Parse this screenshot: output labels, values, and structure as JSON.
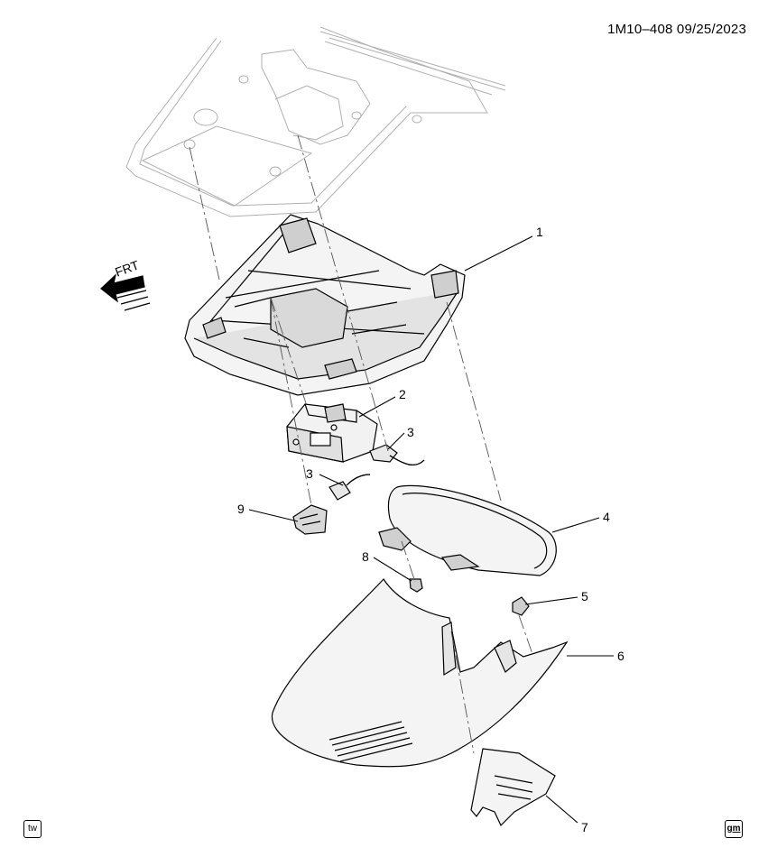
{
  "header": {
    "code_date": "1M10–408  09/25/2023"
  },
  "direction_indicator": {
    "label": "FRT"
  },
  "callouts": [
    "1",
    "2",
    "3",
    "3",
    "4",
    "5",
    "6",
    "7",
    "8",
    "9"
  ],
  "badges": {
    "left": "tw",
    "right": "gm"
  },
  "colors": {
    "line": "#000000",
    "ghost": "#b0b0b0",
    "fill": "#f4f4f4",
    "shade": "#cfcfcf"
  }
}
